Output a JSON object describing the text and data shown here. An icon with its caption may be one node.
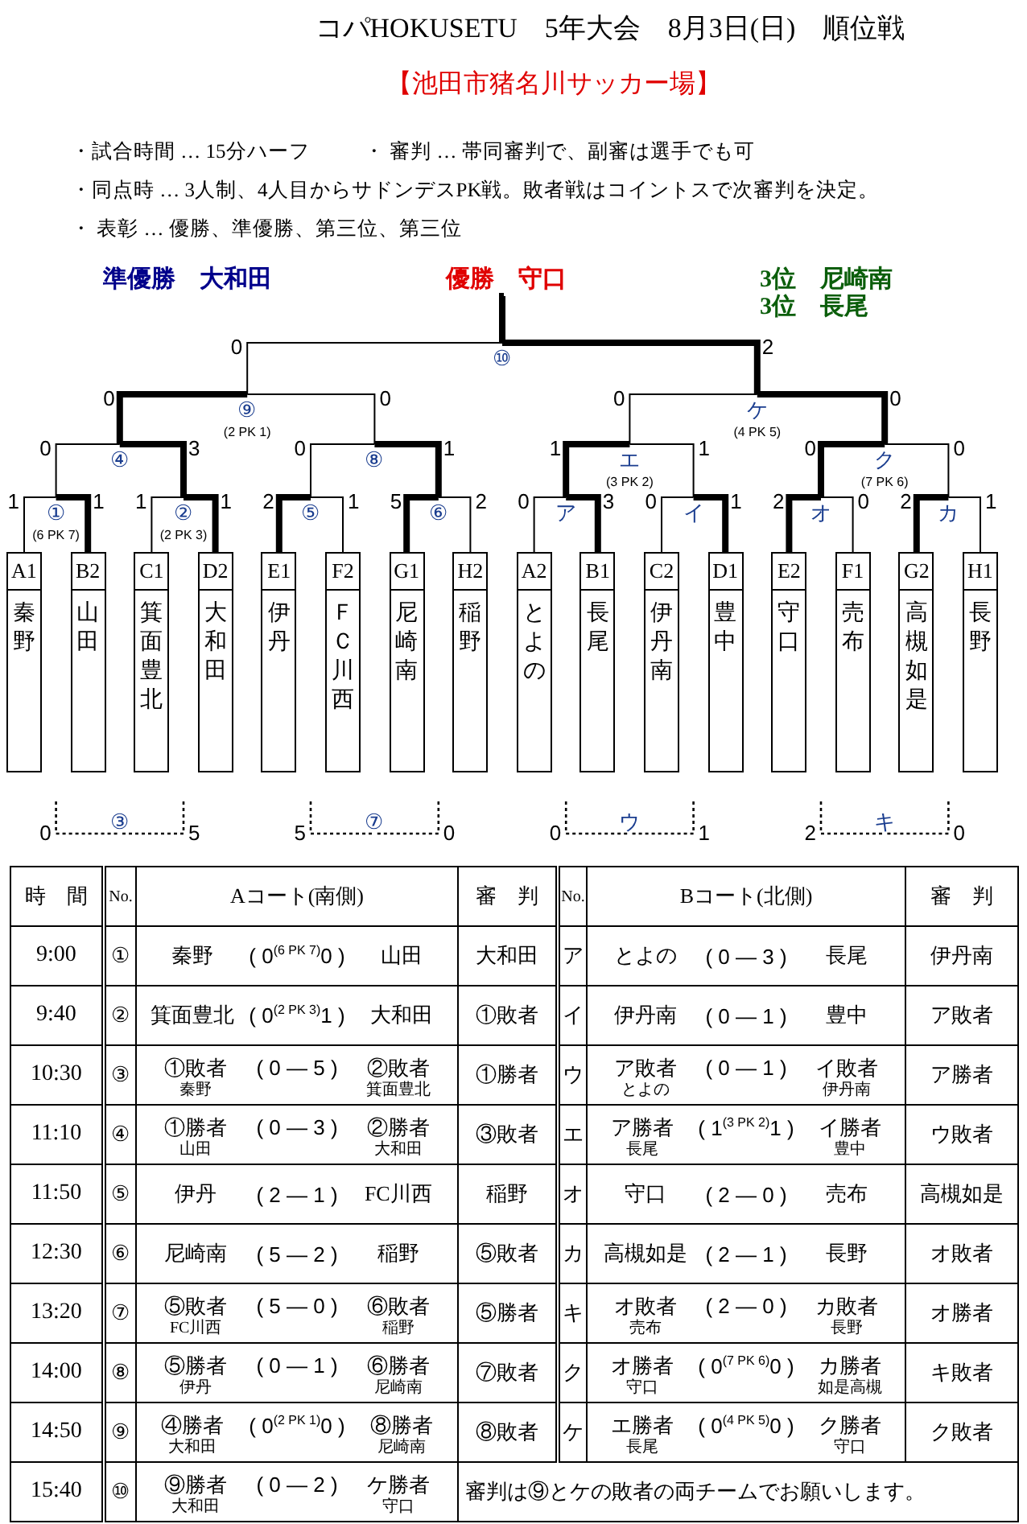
{
  "diagram": {
    "title": "コパHOKUSETU　5年大会　8月3日(日)　順位戦",
    "nodes": [
      {
        "text": [
          "優勝　守口"
        ]
      },
      {
        "text": [
          "⑩"
        ]
      },
      {
        "text": [
          "⑨"
        ],
        "beside": [
          "(2 PK 1)"
        ]
      },
      {
        "text": [
          "ケ"
        ],
        "beside": [
          "(4 PK 5)"
        ]
      },
      {
        "text": [
          "④"
        ]
      },
      {
        "text": [
          "⑧"
        ]
      },
      {
        "text": [
          "エ"
        ],
        "beside": [
          "(3 PK 2)"
        ]
      },
      {
        "text": [
          "ク"
        ],
        "beside": [
          "(7 PK 6)"
        ]
      },
      {
        "text": [
          "①"
        ],
        "beside": [
          "(6 PK 7)"
        ]
      },
      {
        "text": [
          "②"
        ],
        "beside": [
          "(2 PK 3)"
        ]
      },
      {
        "text": [
          "⑤"
        ]
      },
      {
        "text": [
          "⑥"
        ]
      },
      {
        "text": [
          "ア"
        ]
      },
      {
        "text": [
          "イ"
        ]
      },
      {
        "text": [
          "オ"
        ]
      },
      {
        "text": [
          "カ"
        ]
      },
      {
        "text": [
          "A1",
          "秦野"
        ]
      },
      {
        "text": [
          "B2",
          "山田"
        ]
      },
      {
        "text": [
          "C1",
          "箕面豊北"
        ]
      },
      {
        "text": [
          "D2",
          "大和田"
        ]
      },
      {
        "text": [
          "E1",
          "伊丹"
        ]
      },
      {
        "text": [
          "F2",
          "ＦＣ川西"
        ]
      },
      {
        "text": [
          "G1",
          "尼崎南"
        ]
      },
      {
        "text": [
          "H2",
          "稲野"
        ]
      },
      {
        "text": [
          "A2",
          "とよの"
        ]
      },
      {
        "text": [
          "B1",
          "長尾"
        ]
      },
      {
        "text": [
          "C2",
          "伊丹南"
        ]
      },
      {
        "text": [
          "D1",
          "豊中"
        ]
      },
      {
        "text": [
          "E2",
          "守口"
        ]
      },
      {
        "text": [
          "F1",
          "売布"
        ]
      },
      {
        "text": [
          "G2",
          "高槻如是"
        ]
      },
      {
        "text": [
          "H1",
          "長野"
        ]
      },
      {
        "text": [
          "③"
        ]
      },
      {
        "text": [
          "⑦"
        ]
      },
      {
        "text": [
          "ウ"
        ]
      },
      {
        "text": [
          "キ"
        ]
      }
    ],
    "edges": [
      {
        "from": 16,
        "to": 8,
        "arrow": "none",
        "label": "1"
      },
      {
        "from": 17,
        "to": 8,
        "arrow": "none",
        "label": "1",
        "style": "thick"
      },
      {
        "from": 18,
        "to": 9,
        "arrow": "none",
        "label": "1"
      },
      {
        "from": 19,
        "to": 9,
        "arrow": "none",
        "label": "1",
        "style": "thick"
      },
      {
        "from": 20,
        "to": 10,
        "arrow": "none",
        "label": "2",
        "style": "thick"
      },
      {
        "from": 21,
        "to": 10,
        "arrow": "none",
        "label": "1"
      },
      {
        "from": 22,
        "to": 11,
        "arrow": "none",
        "label": "5",
        "style": "thick"
      },
      {
        "from": 23,
        "to": 11,
        "arrow": "none",
        "label": "2"
      },
      {
        "from": 24,
        "to": 12,
        "arrow": "none",
        "label": "0"
      },
      {
        "from": 25,
        "to": 12,
        "arrow": "none",
        "label": "3",
        "style": "thick"
      },
      {
        "from": 26,
        "to": 13,
        "arrow": "none",
        "label": "0"
      },
      {
        "from": 27,
        "to": 13,
        "arrow": "none",
        "label": "1",
        "style": "thick"
      },
      {
        "from": 28,
        "to": 14,
        "arrow": "none",
        "label": "2",
        "style": "thick"
      },
      {
        "from": 29,
        "to": 14,
        "arrow": "none",
        "label": "0"
      },
      {
        "from": 30,
        "to": 15,
        "arrow": "none",
        "label": "2",
        "style": "thick"
      },
      {
        "from": 31,
        "to": 15,
        "arrow": "none",
        "label": "1"
      },
      {
        "from": 8,
        "to": 4,
        "arrow": "none",
        "label": "0"
      },
      {
        "from": 9,
        "to": 4,
        "arrow": "none",
        "label": "3",
        "style": "thick"
      },
      {
        "from": 10,
        "to": 5,
        "arrow": "none",
        "label": "0"
      },
      {
        "from": 11,
        "to": 5,
        "arrow": "none",
        "label": "1",
        "style": "thick"
      },
      {
        "from": 12,
        "to": 6,
        "arrow": "none",
        "label": "1",
        "style": "thick"
      },
      {
        "from": 13,
        "to": 6,
        "arrow": "none",
        "label": "1"
      },
      {
        "from": 14,
        "to": 7,
        "arrow": "none",
        "label": "0",
        "style": "thick"
      },
      {
        "from": 15,
        "to": 7,
        "arrow": "none",
        "label": "0"
      },
      {
        "from": 4,
        "to": 2,
        "arrow": "none",
        "label": "0",
        "style": "thick"
      },
      {
        "from": 5,
        "to": 2,
        "arrow": "none",
        "label": "0"
      },
      {
        "from": 6,
        "to": 3,
        "arrow": "none",
        "label": "0"
      },
      {
        "from": 7,
        "to": 3,
        "arrow": "none",
        "label": "0",
        "style": "thick"
      },
      {
        "from": 2,
        "to": 1,
        "arrow": "none",
        "label": "0"
      },
      {
        "from": 3,
        "to": 1,
        "arrow": "none",
        "label": "2",
        "style": "thick"
      },
      {
        "from": 1,
        "to": 0,
        "arrow": "none",
        "style": "thick"
      },
      {
        "from": null,
        "to": 32,
        "arrow": "none",
        "label": "0",
        "style": "dashed"
      },
      {
        "from": null,
        "to": 32,
        "arrow": "none",
        "label": "5",
        "style": "dashed"
      },
      {
        "from": null,
        "to": 33,
        "arrow": "none",
        "label": "5",
        "style": "dashed"
      },
      {
        "from": null,
        "to": 33,
        "arrow": "none",
        "label": "0",
        "style": "dashed"
      },
      {
        "from": null,
        "to": 34,
        "arrow": "none",
        "label": "0",
        "style": "dashed"
      },
      {
        "from": null,
        "to": 34,
        "arrow": "none",
        "label": "1",
        "style": "dashed"
      },
      {
        "from": null,
        "to": 35,
        "arrow": "none",
        "label": "2",
        "style": "dashed"
      },
      {
        "from": null,
        "to": 35,
        "arrow": "none",
        "label": "0",
        "style": "dashed"
      }
    ],
    "labels": [
      "【池田市猪名川サッカー場】",
      "・試合時間 … 15分ハーフ",
      "・ 審判 … 帯同審判で、副審は選手でも可",
      "・同点時 … 3人制、4人目からサドンデスPK戦。敗者戦はコイントスで次審判を決定。",
      "・ 表彰 … 優勝、準優勝、第三位、第三位",
      "準優勝　大和田",
      "3位　尼崎南",
      "3位　長尾",
      "時　間",
      "No.",
      "Aコート(南側)",
      "審　判",
      "No.",
      "Bコート(北側)",
      "審　判",
      "9:00",
      "①",
      "秦野",
      "( 0$^{(6 PK 7)}$0 )",
      "山田",
      "大和田",
      "ア",
      "とよの",
      "( 0 — 3 )",
      "長尾",
      "伊丹南",
      "9:40",
      "②",
      "箕面豊北",
      "( 0$^{(2 PK 3)}$1 )",
      "大和田",
      "①敗者",
      "イ",
      "伊丹南",
      "( 0 — 1 )",
      "豊中",
      "ア敗者",
      "10:30",
      "③",
      "①敗者",
      "( 0 — 5 )",
      "②敗者",
      "秦野",
      "箕面豊北",
      "①勝者",
      "ウ",
      "ア敗者",
      "( 0 — 1 )",
      "イ敗者",
      "とよの",
      "伊丹南",
      "ア勝者",
      "11:10",
      "④",
      "①勝者",
      "( 0 — 3 )",
      "②勝者",
      "山田",
      "大和田",
      "③敗者",
      "エ",
      "ア勝者",
      "( 1$^{(3 PK 2)}$1 )",
      "イ勝者",
      "長尾",
      "豊中",
      "ウ敗者",
      "11:50",
      "⑤",
      "伊丹",
      "( 2 — 1 )",
      "FC川西",
      "稲野",
      "オ",
      "守口",
      "( 2 — 0 )",
      "売布",
      "高槻如是",
      "12:30",
      "⑥",
      "尼崎南",
      "( 5 — 2 )",
      "稲野",
      "⑤敗者",
      "カ",
      "高槻如是",
      "( 2 — 1 )",
      "長野",
      "オ敗者",
      "13:20",
      "⑦",
      "⑤敗者",
      "( 5 — 0 )",
      "⑥敗者",
      "FC川西",
      "稲野",
      "⑤勝者",
      "キ",
      "オ敗者",
      "( 2 — 0 )",
      "カ敗者",
      "売布",
      "長野",
      "オ勝者",
      "14:00",
      "⑧",
      "⑤勝者",
      "( 0 — 1 )",
      "⑥勝者",
      "伊丹",
      "尼崎南",
      "⑦敗者",
      "ク",
      "オ勝者",
      "( 0$^{(7 PK 6)}$0 )",
      "カ勝者",
      "守口",
      "如是高槻",
      "キ敗者",
      "14:50",
      "⑨",
      "④勝者",
      "( 0$^{(2 PK 1)}$0 )",
      "⑧勝者",
      "大和田",
      "尼崎南",
      "⑧敗者",
      "ケ",
      "エ勝者",
      "( 0$^{(4 PK 5)}$0 )",
      "ク勝者",
      "長尾",
      "守口",
      "ク敗者",
      "15:40",
      "⑩",
      "⑨勝者",
      "( 0 — 2 )",
      "ケ勝者",
      "大和田",
      "守口",
      "審判は⑨とケの敗者の両チームでお願いします。"
    ]
  }
}
